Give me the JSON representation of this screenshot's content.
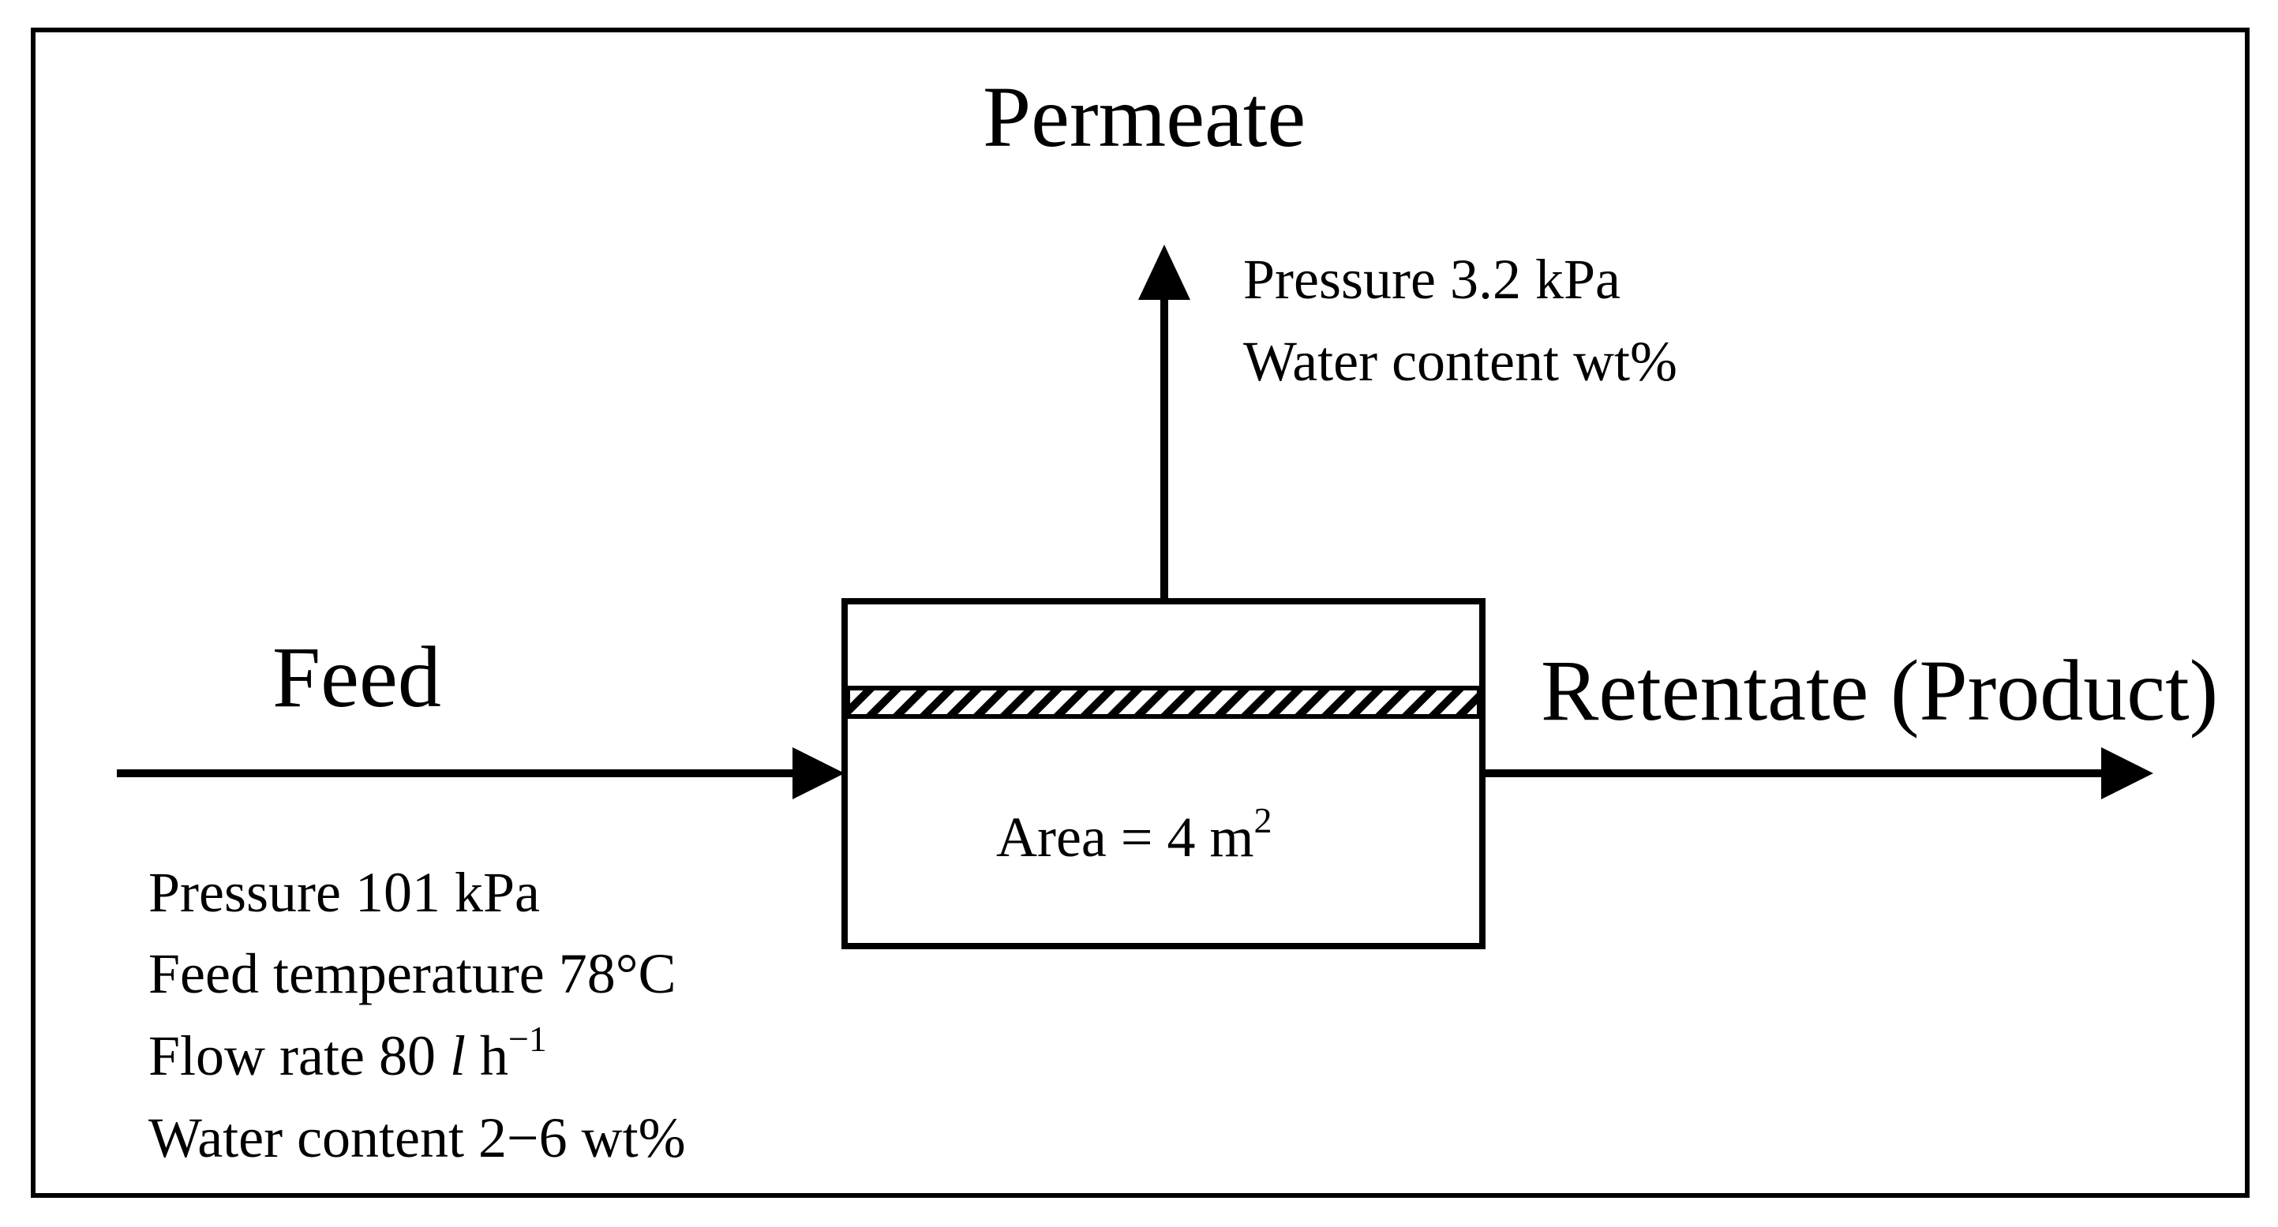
{
  "permeate": {
    "title": "Permeate",
    "pressure": "Pressure 3.2 kPa",
    "water_content": "Water content wt%"
  },
  "feed": {
    "title": "Feed",
    "pressure": "Pressure 101 kPa",
    "temperature": "Feed temperature 78°C",
    "flow_rate_prefix": "Flow rate 80 ",
    "flow_rate_unit_l": "l",
    "flow_rate_unit_h": " h",
    "flow_rate_exp": "−1",
    "water_content": "Water content 2−6 wt%"
  },
  "retentate": {
    "title": "Retentate (Product)"
  },
  "module": {
    "area_prefix": "Area = 4 m",
    "area_exp": "2"
  }
}
